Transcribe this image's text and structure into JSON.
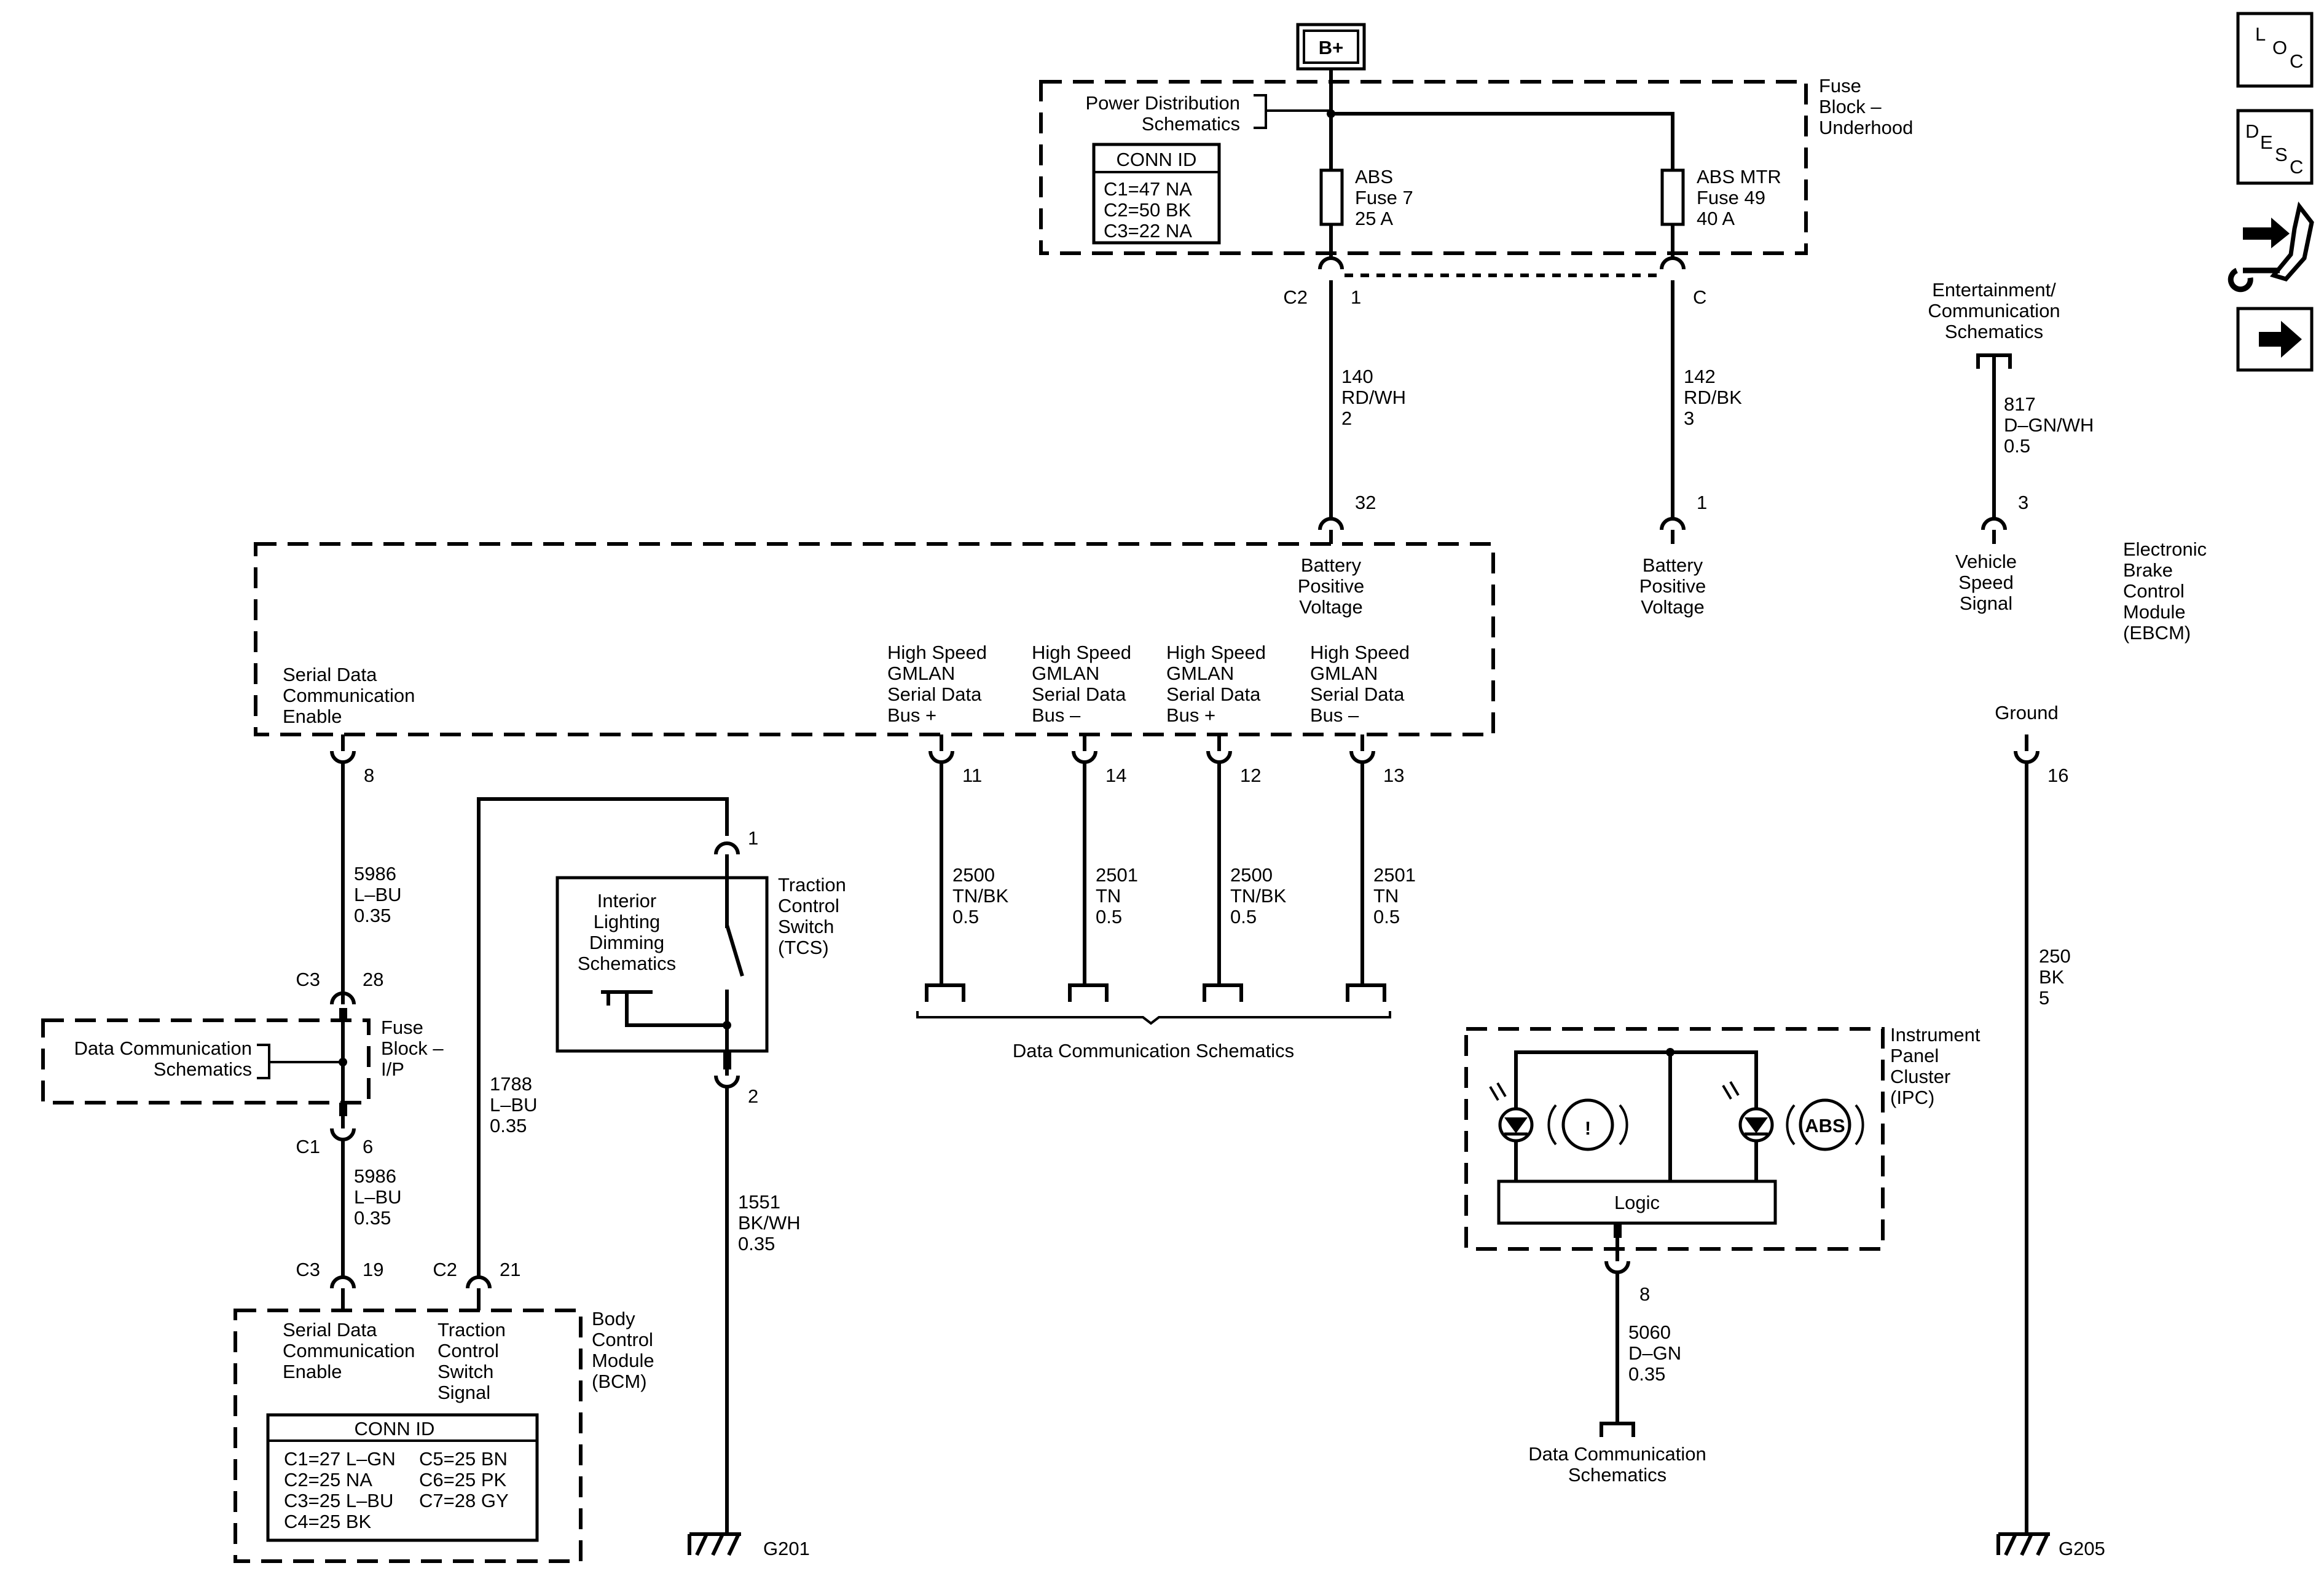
{
  "power": {
    "source": "B+"
  },
  "fuse_block_underhood": {
    "name": [
      "Fuse",
      "Block –",
      "Underhood"
    ],
    "power_dist_ref": [
      "Power Distribution",
      "Schematics"
    ],
    "conn_id": {
      "title": "CONN ID",
      "rows": [
        "C1=47 NA",
        "C2=50 BK",
        "C3=22 NA"
      ]
    },
    "fuse_abs": [
      "ABS",
      "Fuse 7",
      "25 A"
    ],
    "fuse_abs_mtr": [
      "ABS MTR",
      "Fuse 49",
      "40 A"
    ],
    "conn_c2": "C2",
    "pin_1": "1",
    "conn_c": "C"
  },
  "wires": {
    "w140": [
      "140",
      "RD/WH",
      "2"
    ],
    "w142": [
      "142",
      "RD/BK",
      "3"
    ],
    "w817": [
      "817",
      "D–GN/WH",
      "0.5"
    ],
    "w5986a": [
      "5986",
      "L–BU",
      "0.35"
    ],
    "w5986b": [
      "5986",
      "L–BU",
      "0.35"
    ],
    "w1788": [
      "1788",
      "L–BU",
      "0.35"
    ],
    "w1551": [
      "1551",
      "BK/WH",
      "0.35"
    ],
    "w2500a": [
      "2500",
      "TN/BK",
      "0.5"
    ],
    "w2501a": [
      "2501",
      "TN",
      "0.5"
    ],
    "w2500b": [
      "2500",
      "TN/BK",
      "0.5"
    ],
    "w2501b": [
      "2501",
      "TN",
      "0.5"
    ],
    "w250": [
      "250",
      "BK",
      "5"
    ],
    "w5060": [
      "5060",
      "D–GN",
      "0.35"
    ]
  },
  "entertainment_ref": [
    "Entertainment/",
    "Communication",
    "Schematics"
  ],
  "ebcm": {
    "name": [
      "Electronic",
      "Brake",
      "Control",
      "Module",
      "(EBCM)"
    ],
    "pins": {
      "p32": "32",
      "p1": "1",
      "p3": "3",
      "p8": "8",
      "p11": "11",
      "p14": "14",
      "p12": "12",
      "p13": "13",
      "p16": "16"
    },
    "bpv1": [
      "Battery",
      "Positive",
      "Voltage"
    ],
    "bpv2": [
      "Battery",
      "Positive",
      "Voltage"
    ],
    "vss": [
      "Vehicle",
      "Speed",
      "Signal"
    ],
    "sdce": [
      "Serial Data",
      "Communication",
      "Enable"
    ],
    "hs1": [
      "High Speed",
      "GMLAN",
      "Serial Data",
      "Bus +"
    ],
    "hs2": [
      "High Speed",
      "GMLAN",
      "Serial Data",
      "Bus –"
    ],
    "hs3": [
      "High Speed",
      "GMLAN",
      "Serial Data",
      "Bus +"
    ],
    "hs4": [
      "High Speed",
      "GMLAN",
      "Serial Data",
      "Bus –"
    ],
    "ground": "Ground"
  },
  "data_comm_ref": "Data Communication Schematics",
  "fuse_block_ip": {
    "name": [
      "Fuse",
      "Block –",
      "I/P"
    ],
    "ref": [
      "Data Communication",
      "Schematics"
    ],
    "c3": "C3",
    "p28": "28",
    "c1": "C1",
    "p6": "6"
  },
  "tcs": {
    "name": [
      "Traction",
      "Control",
      "Switch",
      "(TCS)"
    ],
    "ild": [
      "Interior",
      "Lighting",
      "Dimming",
      "Schematics"
    ],
    "p1": "1",
    "p2": "2"
  },
  "bcm": {
    "name": [
      "Body",
      "Control",
      "Module",
      "(BCM)"
    ],
    "c3": "C3",
    "p19": "19",
    "c2": "C2",
    "p21": "21",
    "sdce": [
      "Serial Data",
      "Communication",
      "Enable"
    ],
    "tcs_sig": [
      "Traction",
      "Control",
      "Switch",
      "Signal"
    ],
    "conn_id": {
      "title": "CONN ID",
      "left": [
        "C1=27 L–GN",
        "C2=25 NA",
        "C3=25 L–BU",
        "C4=25 BK"
      ],
      "right": [
        "C5=25 BN",
        "C6=25 PK",
        "C7=28 GY"
      ]
    }
  },
  "grounds": {
    "g201": "G201",
    "g205": "G205"
  },
  "ipc": {
    "name": [
      "Instrument",
      "Panel",
      "Cluster",
      "(IPC)"
    ],
    "logic": "Logic",
    "abs": "ABS",
    "brake": "!",
    "p8": "8",
    "ref": [
      "Data Communication",
      "Schematics"
    ]
  },
  "nav": {
    "loc": [
      "L",
      "O",
      "C"
    ],
    "desc": [
      "D",
      "E",
      "S",
      "C"
    ],
    "icons": [
      "component-locator-icon",
      "description-icon",
      "connector-repair-icon",
      "next-page-icon"
    ]
  }
}
